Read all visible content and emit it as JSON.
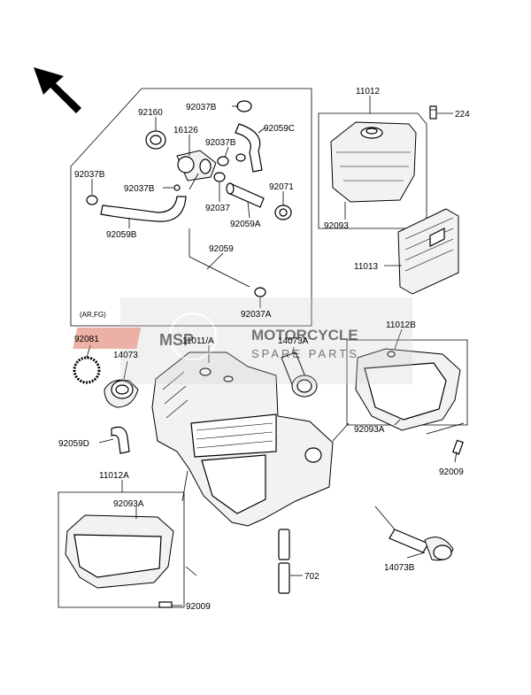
{
  "labels": {
    "l11012": "11012",
    "l224": "224",
    "l92093": "92093",
    "l11013": "11013",
    "l92160": "92160",
    "l16126": "16126",
    "l92037B_a": "92037B",
    "l92059C": "92059C",
    "l92037B_b": "92037B",
    "l92037B_c": "92037B",
    "l92037B_d": "92037B",
    "l92071": "92071",
    "l92037": "92037",
    "l92059A": "92059A",
    "l92059B": "92059B",
    "l92059": "92059",
    "l92037A": "92037A",
    "lARFG": "(AR,FG)",
    "l92081": "92081",
    "l14073": "14073",
    "l11011A": "11011/A",
    "l14073A": "14073A",
    "l11012B": "11012B",
    "l92093A_r": "92093A",
    "l92009_r": "92009",
    "l92059D": "92059D",
    "l11012A": "11012A",
    "l92093A_l": "92093A",
    "l92009_l": "92009",
    "l702": "702",
    "l14073B": "14073B"
  },
  "watermark": {
    "logo_text": "MSP",
    "title": "MOTORCYCLE",
    "subtitle": "SPARE PARTS"
  },
  "colors": {
    "watermark_red": "#d9534f",
    "watermark_gray": "#bbbbbb"
  }
}
